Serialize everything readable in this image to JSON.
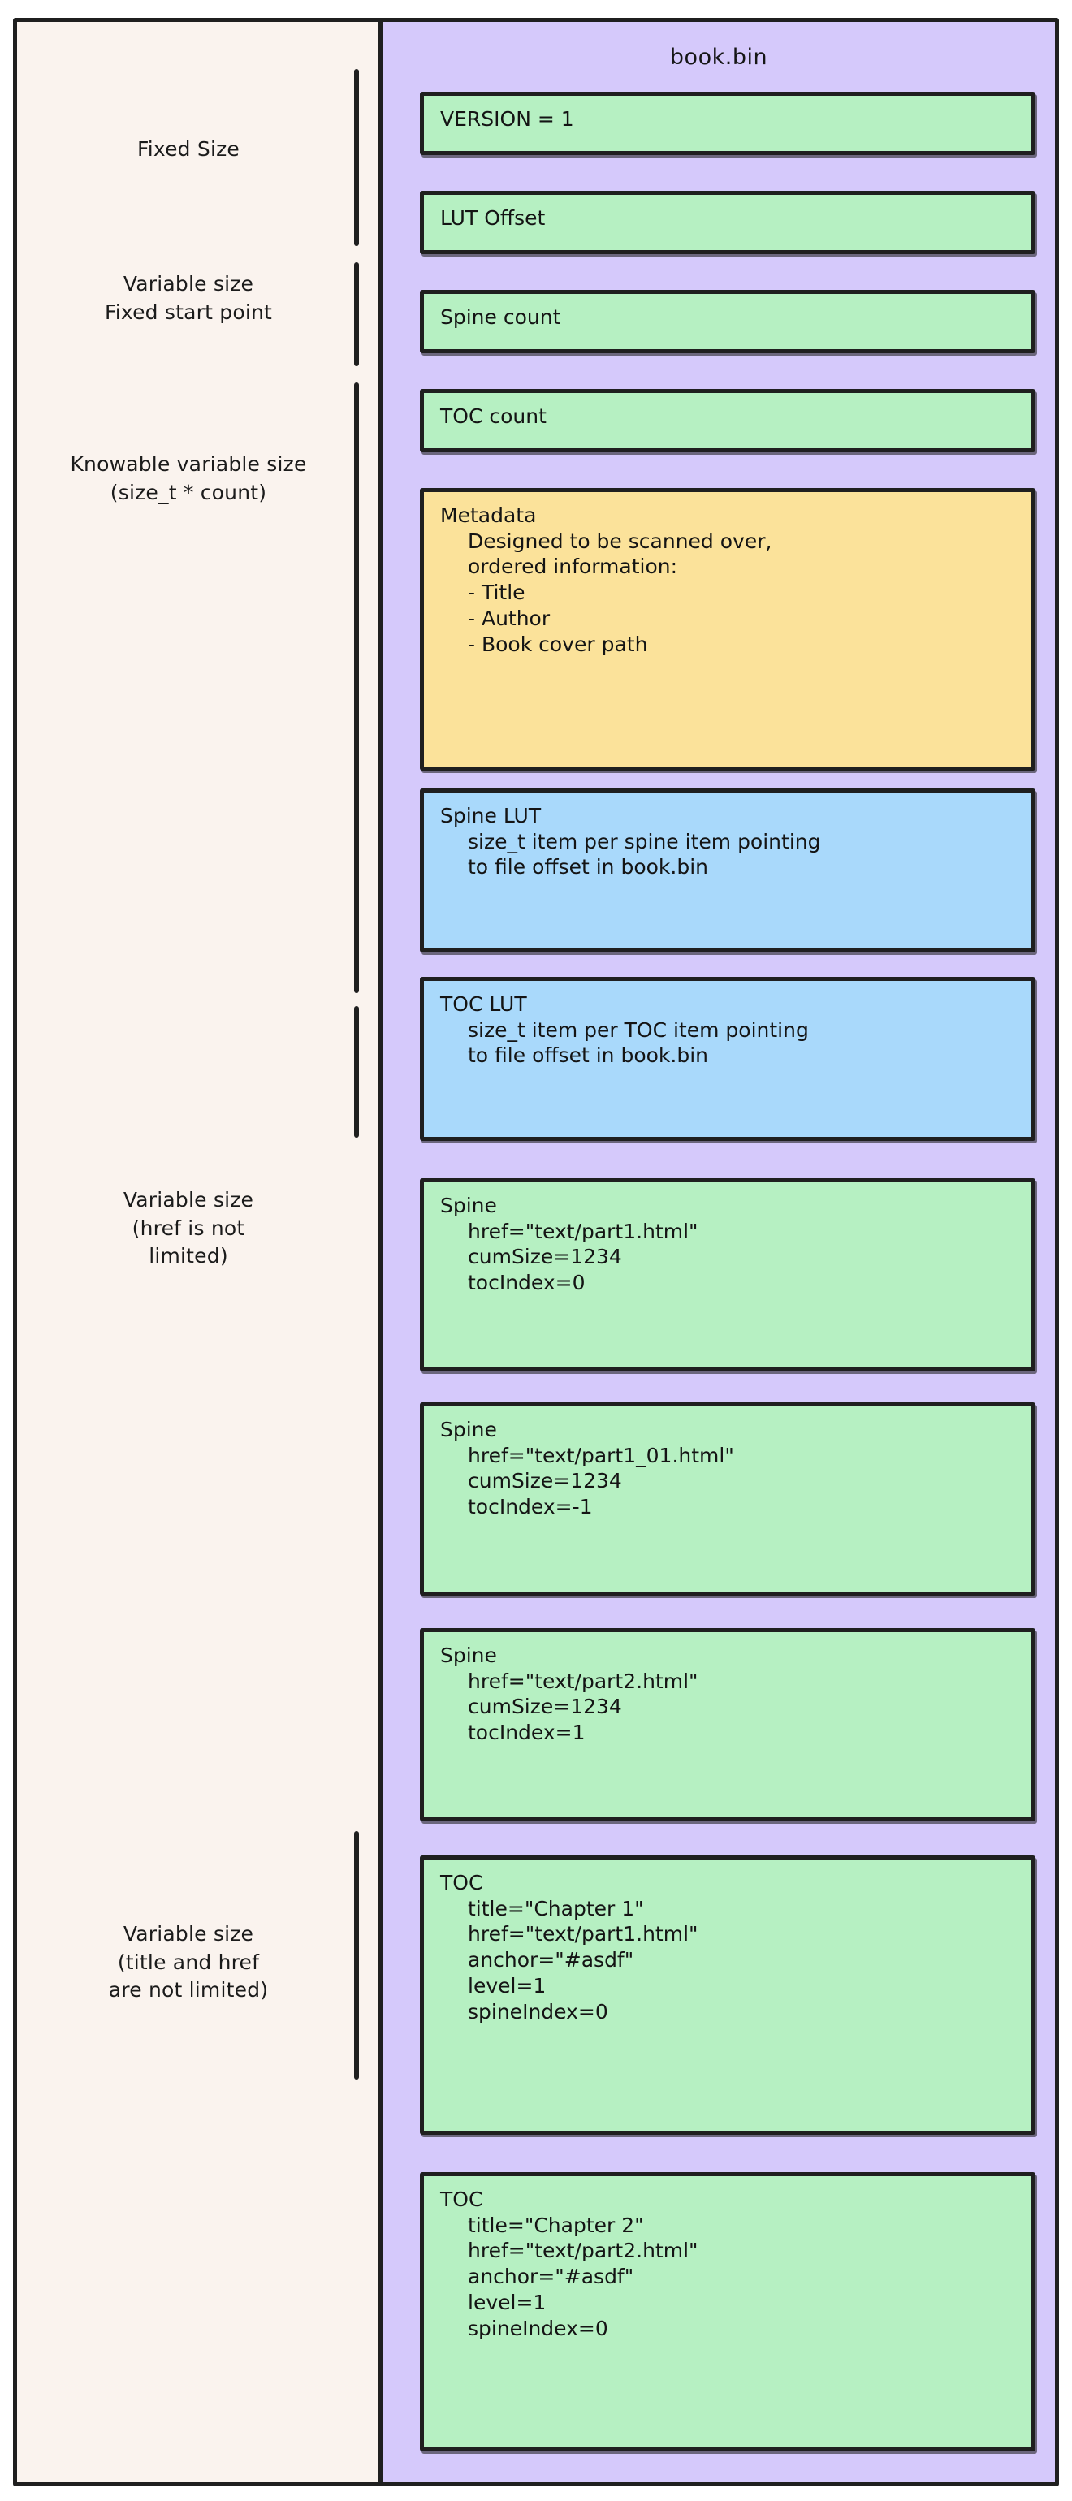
{
  "file": {
    "title": "book.bin"
  },
  "groups": [
    {
      "label": "Fixed Size"
    },
    {
      "label": "Variable size\nFixed start point"
    },
    {
      "label": "Knowable variable size\n(size_t * count)"
    },
    {
      "label": "Variable size\n(href is not\nlimited)"
    },
    {
      "label": "Variable size\n(title and href\nare not limited)"
    }
  ],
  "blocks": [
    {
      "id": "version",
      "color": "green",
      "title": "VERSION = 1",
      "body": ""
    },
    {
      "id": "lut-offset",
      "color": "green",
      "title": "LUT Offset",
      "body": ""
    },
    {
      "id": "spine-count",
      "color": "green",
      "title": "Spine count",
      "body": ""
    },
    {
      "id": "toc-count",
      "color": "green",
      "title": "TOC count",
      "body": ""
    },
    {
      "id": "metadata",
      "color": "yellow",
      "title": "Metadata",
      "body": "Designed to be scanned over,\nordered information:\n   - Title\n   - Author\n   - Book cover path"
    },
    {
      "id": "spine-lut",
      "color": "blue",
      "title": "Spine LUT",
      "body": "size_t item per spine item pointing\nto file offset in book.bin"
    },
    {
      "id": "toc-lut",
      "color": "blue",
      "title": "TOC LUT",
      "body": "size_t item per TOC item pointing\nto file offset in book.bin"
    },
    {
      "id": "spine-1",
      "color": "green",
      "title": "Spine",
      "body": "href=\"text/part1.html\"\ncumSize=1234\ntocIndex=0"
    },
    {
      "id": "spine-2",
      "color": "green",
      "title": "Spine",
      "body": "href=\"text/part1_01.html\"\ncumSize=1234\ntocIndex=-1"
    },
    {
      "id": "spine-3",
      "color": "green",
      "title": "Spine",
      "body": "href=\"text/part2.html\"\ncumSize=1234\ntocIndex=1"
    },
    {
      "id": "toc-1",
      "color": "green",
      "title": "TOC",
      "body": "title=\"Chapter 1\"\nhref=\"text/part1.html\"\nanchor=\"#asdf\"\nlevel=1\nspineIndex=0"
    },
    {
      "id": "toc-2",
      "color": "green",
      "title": "TOC",
      "body": "title=\"Chapter 2\"\nhref=\"text/part2.html\"\nanchor=\"#asdf\"\nlevel=1\nspineIndex=0"
    }
  ],
  "colors": {
    "page_background": "#ffffff",
    "frame_stroke": "#1f1f1f",
    "left_panel": "#faf3ee",
    "file_panel": "#d5c9fb",
    "block_green": "#b6f0c2",
    "block_yellow": "#fbe29a",
    "block_blue": "#a9d9fb",
    "text": "#141414"
  }
}
